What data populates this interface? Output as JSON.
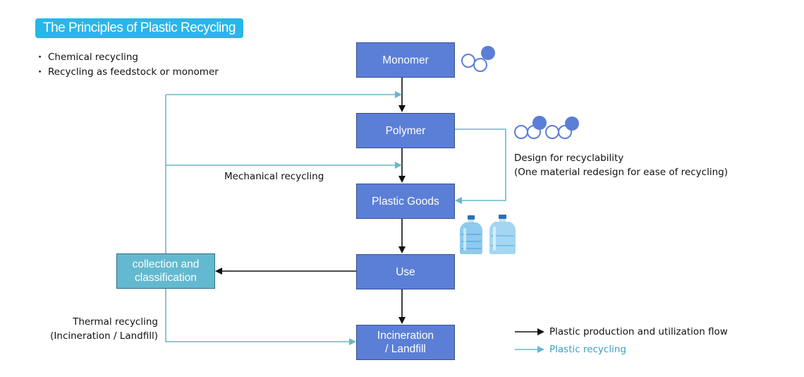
{
  "title": "The Principles of Plastic Recycling",
  "bullets": [
    "Chemical recycling",
    "Recycling as feedstock or monomer"
  ],
  "nodes": {
    "monomer": "Monomer",
    "polymer": "Polymer",
    "plastic_goods": "Plastic Goods",
    "use": "Use",
    "incineration": {
      "line1": "Incineration",
      "line2": "/ Landfill"
    },
    "collection": {
      "line1": "collection and",
      "line2": "classification"
    }
  },
  "labels": {
    "mechanical": "Mechanical recycling",
    "design_line1": "Design for recyclability",
    "design_line2": "(One material redesign for ease of recycling)",
    "thermal_line1": "Thermal recycling",
    "thermal_line2": "(Incineration / Landfill)"
  },
  "legend": {
    "production": "Plastic production and utilization flow",
    "recycling": "Plastic recycling"
  },
  "icons": [
    "molecule-monomer-icon",
    "molecule-polymer-icon",
    "plastic-bottle-icon"
  ],
  "colors": {
    "title_bg": "#29b6e8",
    "box_main": "#5b7fd6",
    "box_teal": "#63b9d0",
    "flow_black": "#111111",
    "flow_recycle": "#6ab7cc",
    "legend_recycle_text": "#3a9fc4"
  }
}
